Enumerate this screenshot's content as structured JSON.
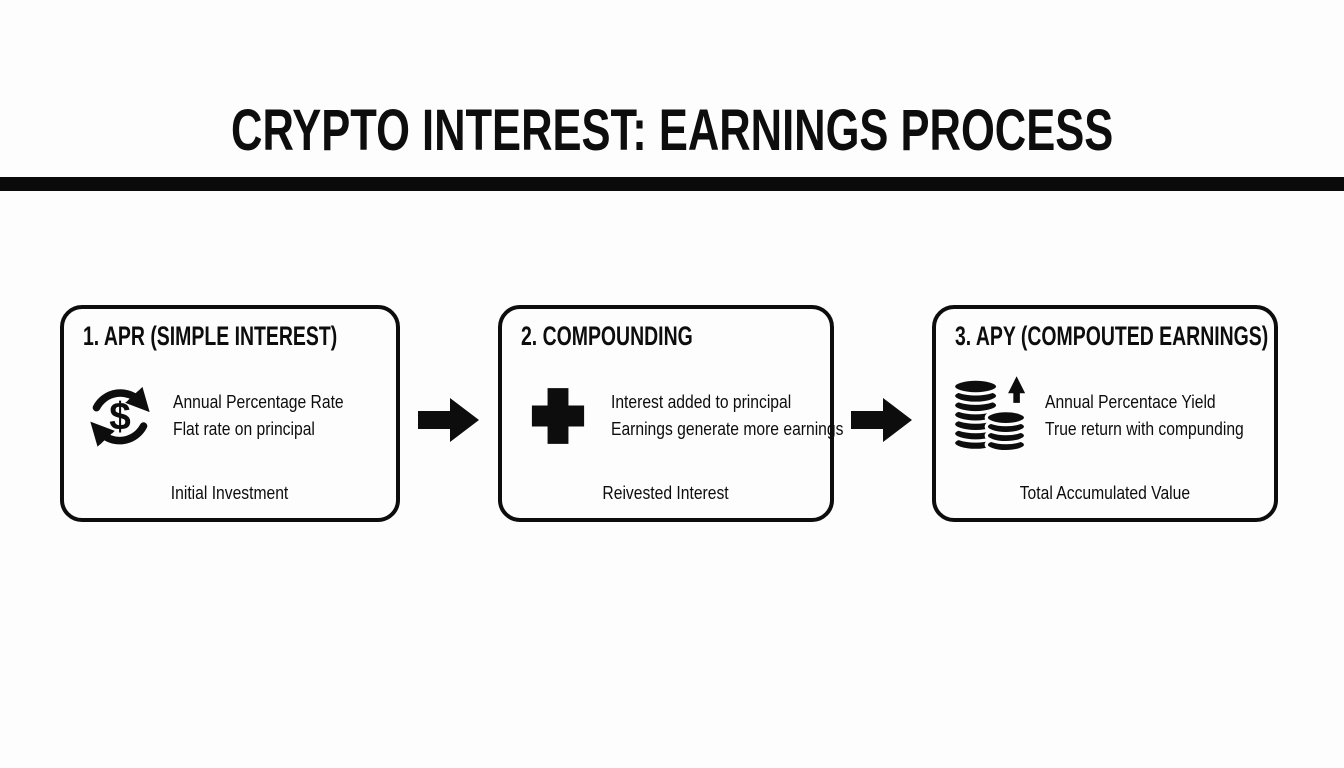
{
  "title": "CRYPTO INTEREST: EARNINGS PROCESS",
  "colors": {
    "ink": "#0d0d0d",
    "background": "#fdfdfd"
  },
  "divider": {
    "style": "thick-black-rule"
  },
  "flow_arrow_icon": "right-arrow-icon",
  "steps": [
    {
      "heading": "1. APR (SIMPLE INTEREST)",
      "icon": "dollar-cycle-icon",
      "line1": "Annual Percentage Rate",
      "line2": "Flat rate on principal",
      "footer": "Initial Investment"
    },
    {
      "heading": "2. COMPOUNDING",
      "icon": "plus-icon",
      "line1": "Interest added to principal",
      "line2": "Earnings generate more earnings",
      "footer": "Reivested Interest"
    },
    {
      "heading": "3. APY (COMPOUTED EARNINGS)",
      "icon": "coins-up-icon",
      "line1": "Annual Percentace Yield",
      "line2": "True return with compunding",
      "footer": "Total Accumulated Value"
    }
  ]
}
